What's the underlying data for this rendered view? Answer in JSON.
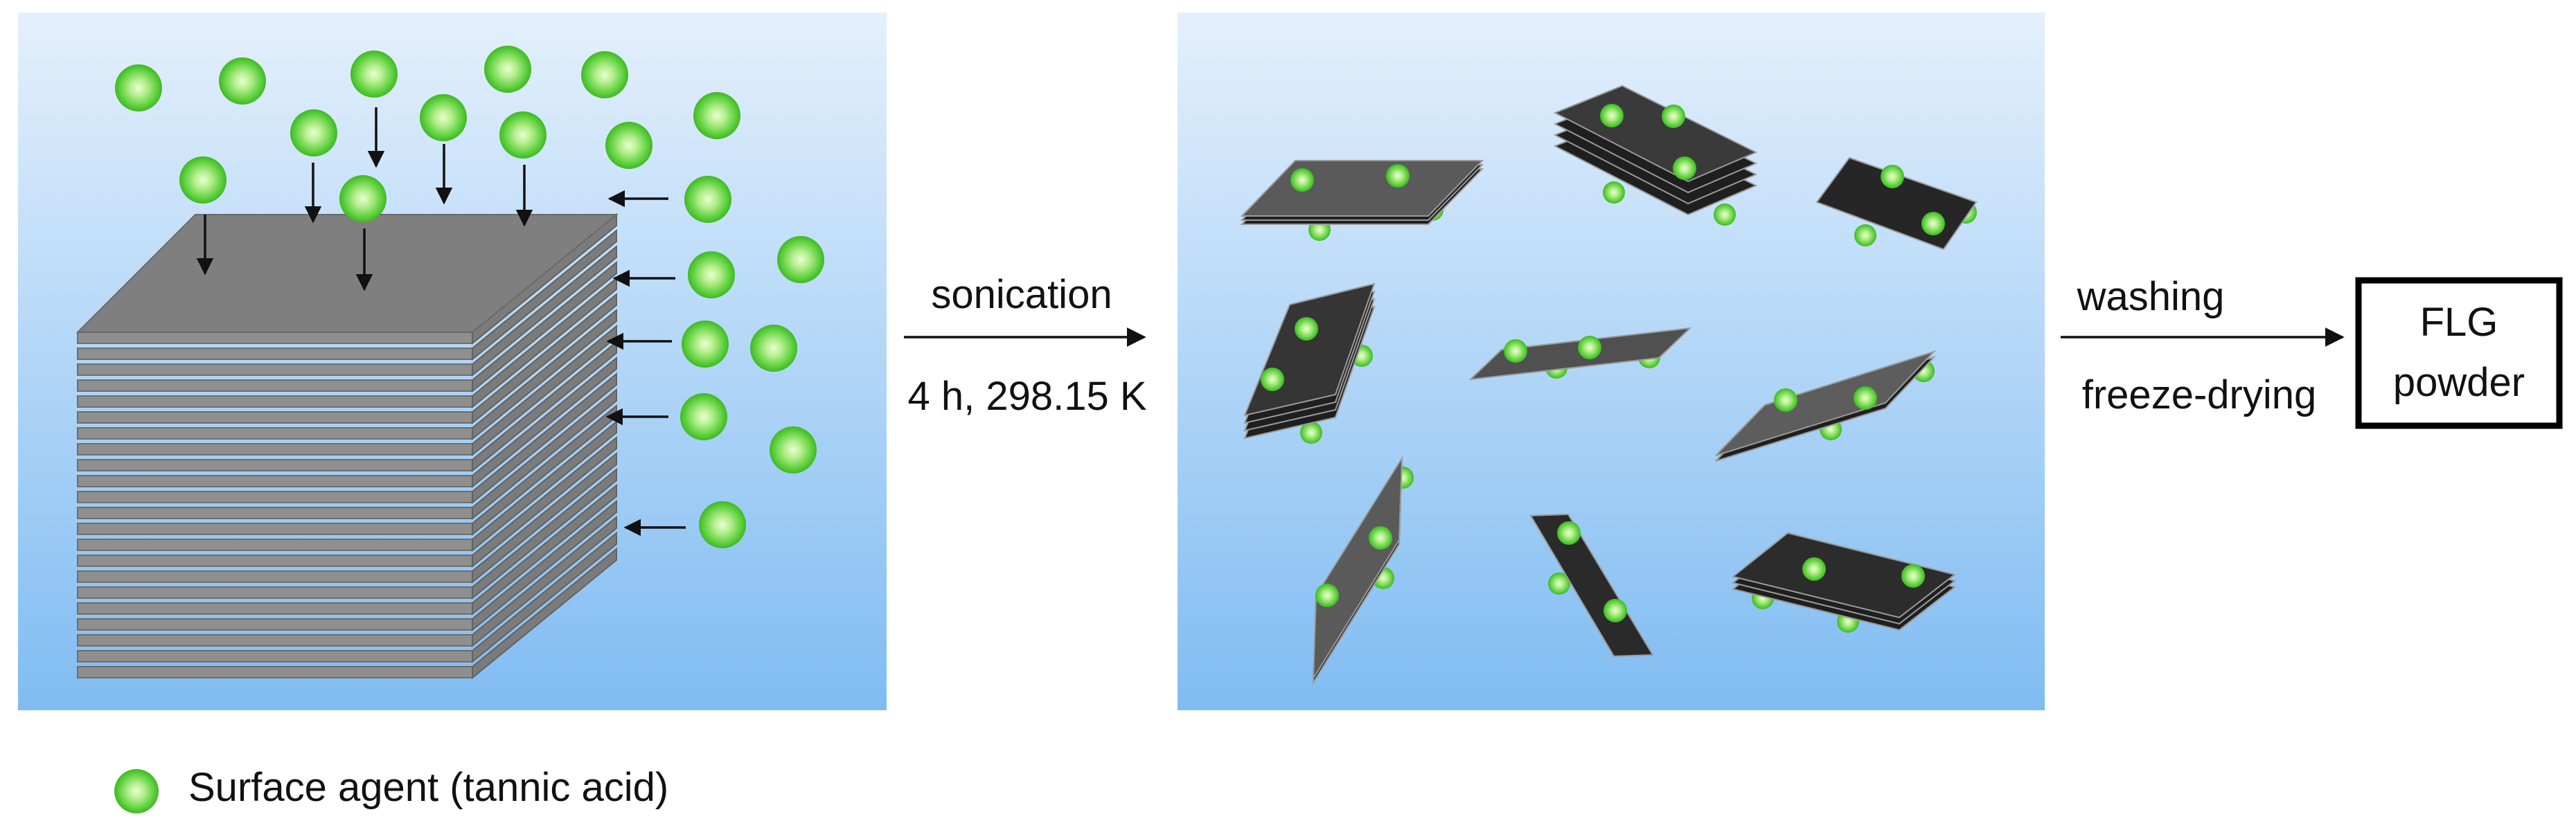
{
  "step1": {
    "label": "sonication",
    "condition": "4 h, 298.15 K"
  },
  "step2": {
    "label_top": "washing",
    "label_bottom": "freeze-drying"
  },
  "product": {
    "line1": "FLG",
    "line2": "powder"
  },
  "legend": {
    "label": "Surface agent (tannic acid)",
    "icon": "green-sphere-icon"
  },
  "colors": {
    "bg_top": "#e4f0fc",
    "bg_bottom": "#80bcf2",
    "sheet_stack": "#8c8c8c",
    "sheet_top": "#7a7a7a",
    "sheet_side": "#6a6a6a",
    "flake_dark": "#2e2e2e",
    "flake_mid": "#5a5a5a",
    "sphere_center": "#d9ffb6",
    "sphere_edge": "#45c12a",
    "arrow": "#111111",
    "box_border": "#000000"
  }
}
